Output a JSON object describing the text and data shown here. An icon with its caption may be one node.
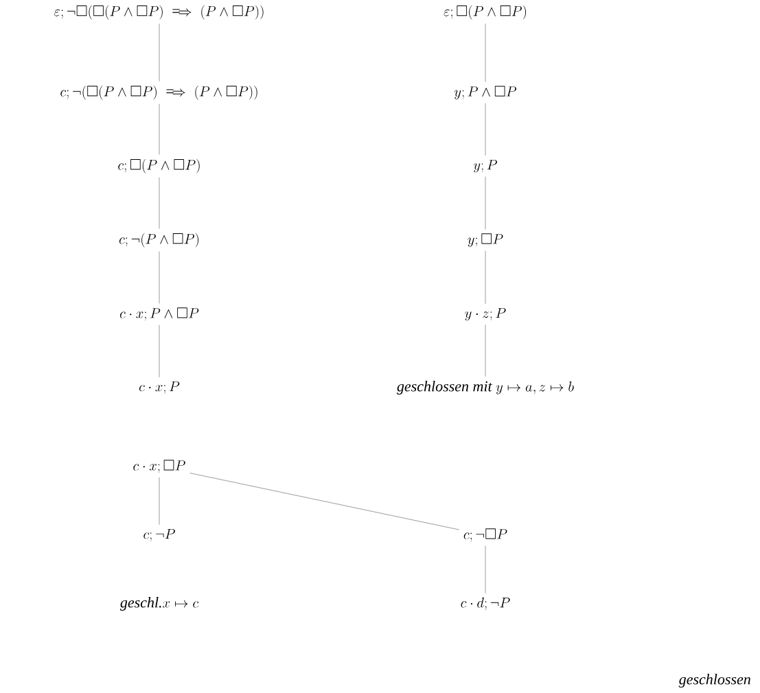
{
  "diagram": {
    "nodes": [
      {
        "text": [
          "\\varepsilon; \\neg\\Box(\\Box(P \\wedge \\Box P) \\implies (P \\wedge \\Box P))"
        ]
      },
      {
        "text": [
          "c; \\neg(\\Box(P \\wedge \\Box P) \\implies (P \\wedge \\Box P))"
        ]
      },
      {
        "text": [
          "c; \\Box(P \\wedge \\Box P)"
        ]
      },
      {
        "text": [
          "c; \\neg(P \\wedge \\Box P)"
        ]
      },
      {
        "text": [
          "c \\cdot x; P \\wedge \\Box P"
        ]
      },
      {
        "text": [
          "c \\cdot x; P"
        ]
      },
      {
        "text": [
          "\\varepsilon; \\Box(P \\wedge \\Box P)"
        ]
      },
      {
        "text": [
          "y; P \\wedge \\Box P"
        ]
      },
      {
        "text": [
          "y; P"
        ]
      },
      {
        "text": [
          "y; \\Box P"
        ]
      },
      {
        "text": [
          "y \\cdot z; P"
        ]
      },
      {
        "text": [
          "\\textit{geschlossen mit } y \\mapsto a, z \\mapsto b"
        ]
      },
      {
        "text": [
          "c \\cdot x; \\Box P"
        ]
      },
      {
        "text": [
          "c; \\neg P"
        ]
      },
      {
        "text": [
          "c; \\neg\\Box P"
        ]
      },
      {
        "text": [
          "c \\cdot d; \\neg P"
        ]
      }
    ],
    "edges": [
      {
        "from": 0,
        "to": 1,
        "arrow": "none"
      },
      {
        "from": 1,
        "to": 2,
        "arrow": "none"
      },
      {
        "from": 2,
        "to": 3,
        "arrow": "none"
      },
      {
        "from": 3,
        "to": 4,
        "arrow": "none"
      },
      {
        "from": 4,
        "to": 5,
        "arrow": "none"
      },
      {
        "from": 6,
        "to": 7,
        "arrow": "none"
      },
      {
        "from": 7,
        "to": 8,
        "arrow": "none"
      },
      {
        "from": 8,
        "to": 9,
        "arrow": "none"
      },
      {
        "from": 9,
        "to": 10,
        "arrow": "none"
      },
      {
        "from": 10,
        "to": 11,
        "arrow": "none"
      },
      {
        "from": 12,
        "to": 13,
        "arrow": "none"
      },
      {
        "from": 12,
        "to": 14,
        "arrow": "none"
      },
      {
        "from": 14,
        "to": 15,
        "arrow": "none"
      }
    ],
    "labels": [
      "\\textit{geschl.} x \\mapsto c",
      "\\textit{geschlossen}"
    ]
  }
}
